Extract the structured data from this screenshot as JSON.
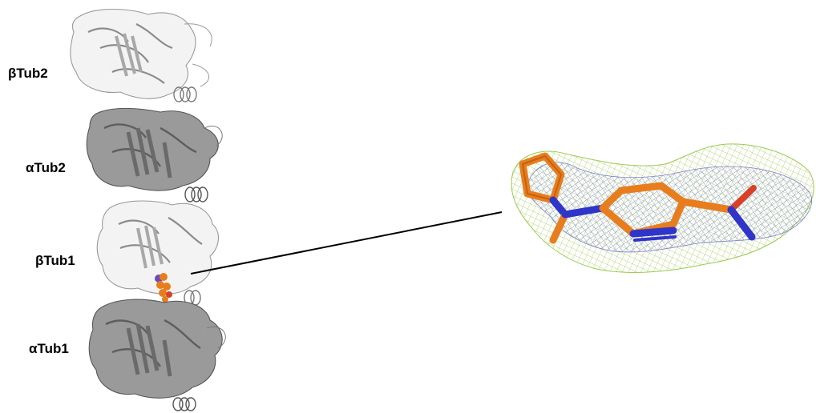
{
  "labels": {
    "beta_tub2": "βTub2",
    "alpha_tub2": "αTub2",
    "beta_tub1": "βTub1",
    "alpha_tub1": "αTub1"
  },
  "colors": {
    "alpha_subunit": "#7d7d7d",
    "beta_subunit": "#d9d9d9",
    "ligand_carbon": "#e87d1e",
    "ligand_nitrogen": "#2f35c8",
    "ligand_oxygen": "#d8402a",
    "mesh_green": "#9ccb52",
    "mesh_blue": "#6f72c8"
  }
}
